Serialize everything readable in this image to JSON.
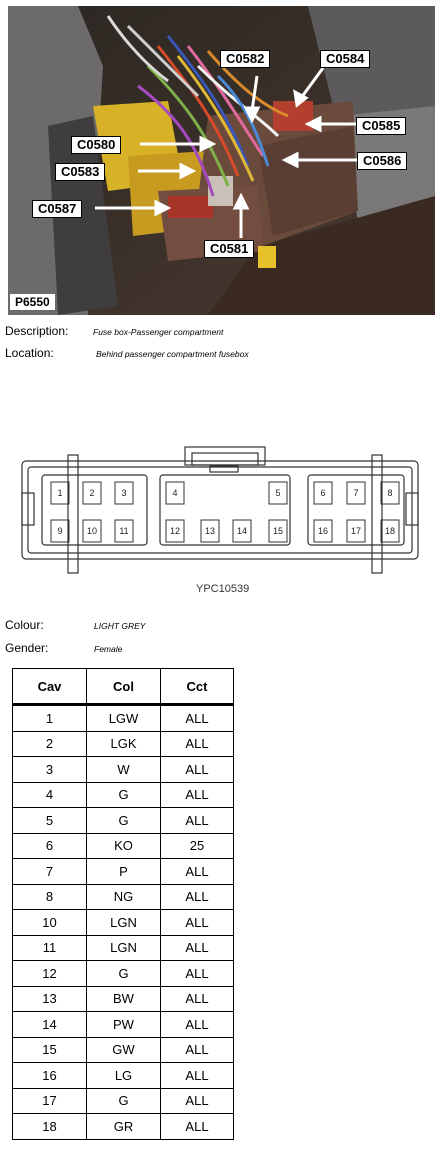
{
  "photo": {
    "id_label": "P6550",
    "callouts": [
      {
        "id": "C0582",
        "label": "C0582"
      },
      {
        "id": "C0584",
        "label": "C0584"
      },
      {
        "id": "C0585",
        "label": "C0585"
      },
      {
        "id": "C0580",
        "label": "C0580"
      },
      {
        "id": "C0583",
        "label": "C0583"
      },
      {
        "id": "C0586",
        "label": "C0586"
      },
      {
        "id": "C0587",
        "label": "C0587"
      },
      {
        "id": "C0581",
        "label": "C0581"
      }
    ]
  },
  "info": {
    "description_label": "Description:",
    "description_value": "Fuse box-Passenger compartment",
    "location_label": "Location:",
    "location_value": "Behind passenger compartment fusebox"
  },
  "connector": {
    "reference": "YPC10539",
    "top_row_pins": [
      "1",
      "2",
      "3",
      "4",
      "5",
      "6",
      "7",
      "8"
    ],
    "bottom_row_pins": [
      "9",
      "10",
      "11",
      "12",
      "13",
      "14",
      "15",
      "16",
      "17",
      "18"
    ]
  },
  "attributes": {
    "colour_label": "Colour:",
    "colour_value": "LIGHT GREY",
    "gender_label": "Gender:",
    "gender_value": "Female"
  },
  "table": {
    "headers": [
      "Cav",
      "Col",
      "Cct"
    ],
    "rows": [
      [
        "1",
        "LGW",
        "ALL"
      ],
      [
        "2",
        "LGK",
        "ALL"
      ],
      [
        "3",
        "W",
        "ALL"
      ],
      [
        "4",
        "G",
        "ALL"
      ],
      [
        "5",
        "G",
        "ALL"
      ],
      [
        "6",
        "KO",
        "25"
      ],
      [
        "7",
        "P",
        "ALL"
      ],
      [
        "8",
        "NG",
        "ALL"
      ],
      [
        "10",
        "LGN",
        "ALL"
      ],
      [
        "11",
        "LGN",
        "ALL"
      ],
      [
        "12",
        "G",
        "ALL"
      ],
      [
        "13",
        "BW",
        "ALL"
      ],
      [
        "14",
        "PW",
        "ALL"
      ],
      [
        "15",
        "GW",
        "ALL"
      ],
      [
        "16",
        "LG",
        "ALL"
      ],
      [
        "17",
        "G",
        "ALL"
      ],
      [
        "18",
        "GR",
        "ALL"
      ]
    ]
  }
}
